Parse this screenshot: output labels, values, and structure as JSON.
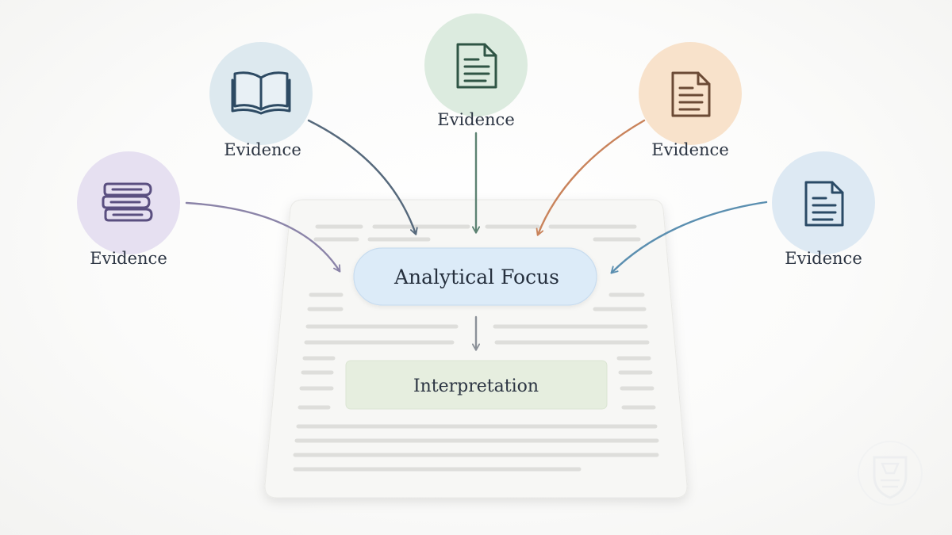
{
  "diagram": {
    "focus": {
      "label": "Analytical Focus",
      "fill": "#dcebf8"
    },
    "interpretation": {
      "label": "Interpretation",
      "fill": "#e6eedf"
    },
    "evidence": [
      {
        "label": "Evidence",
        "icon": "stacked-books-icon",
        "color": "#5a4f80",
        "bg": "#e6e0f1",
        "arrow": "#8b84a8"
      },
      {
        "label": "Evidence",
        "icon": "open-book-icon",
        "color": "#2d4a63",
        "bg": "#dde9ef",
        "arrow": "#56697c"
      },
      {
        "label": "Evidence",
        "icon": "document-icon",
        "color": "#2f5545",
        "bg": "#dcebdf",
        "arrow": "#5c8272"
      },
      {
        "label": "Evidence",
        "icon": "document-icon",
        "color": "#6b4a35",
        "bg": "#f8e2cb",
        "arrow": "#c9835b"
      },
      {
        "label": "Evidence",
        "icon": "document-icon",
        "color": "#2a4a66",
        "bg": "#dde9f3",
        "arrow": "#5b8fb0"
      }
    ],
    "watermark_icon": "shield-logo-icon"
  }
}
